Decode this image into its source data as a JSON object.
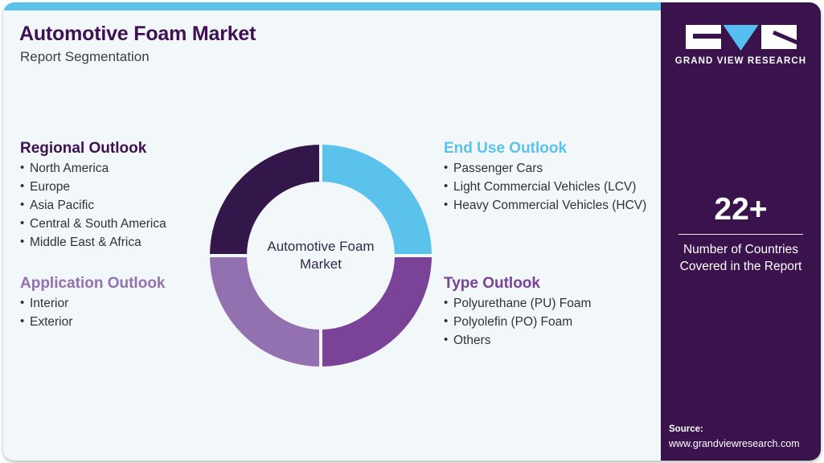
{
  "header": {
    "title": "Automotive Foam Market",
    "subtitle": "Report Segmentation"
  },
  "colors": {
    "dark_purple": "#3d1152",
    "sidebar_purple": "#3a134d",
    "light_blue": "#5bc2ec",
    "medium_purple": "#7b4397",
    "mauve": "#9370b0",
    "panel_background": "#f2f7fa"
  },
  "donut": {
    "center_line1": "Automotive Foam",
    "center_line2": "Market"
  },
  "chart_data": {
    "type": "pie",
    "title": "Automotive Foam Market",
    "categories": [
      "End Use Outlook",
      "Type Outlook",
      "Application Outlook",
      "Regional Outlook"
    ],
    "values": [
      25,
      25,
      25,
      25
    ],
    "colors": [
      "#5bc2ec",
      "#7b4397",
      "#9370b0",
      "#33174a"
    ],
    "legend": "none",
    "grid": false
  },
  "segments": {
    "regional": {
      "heading": "Regional Outlook",
      "items": [
        "North America",
        "Europe",
        "Asia Pacific",
        "Central & South America",
        "Middle East & Africa"
      ]
    },
    "application": {
      "heading": "Application Outlook",
      "items": [
        "Interior",
        "Exterior"
      ]
    },
    "end_use": {
      "heading": "End Use Outlook",
      "items": [
        "Passenger Cars",
        "Light Commercial Vehicles (LCV)",
        "Heavy Commercial Vehicles (HCV)"
      ]
    },
    "type": {
      "heading": "Type Outlook",
      "items": [
        "Polyurethane (PU) Foam",
        "Polyolefin (PO) Foam",
        "Others"
      ]
    }
  },
  "sidebar": {
    "logo_text": "GRAND VIEW RESEARCH",
    "stat_value": "22+",
    "stat_label_line1": "Number of Countries",
    "stat_label_line2": "Covered in the Report",
    "source_title": "Source:",
    "source_url": "www.grandviewresearch.com"
  }
}
